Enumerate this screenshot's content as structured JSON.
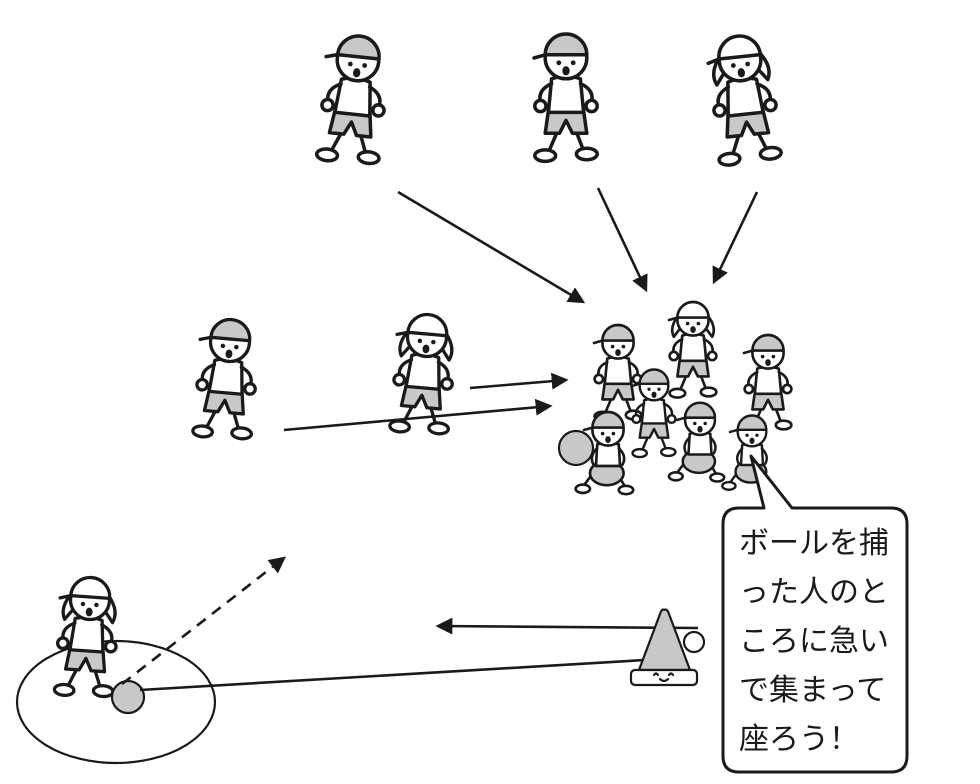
{
  "title": "ball-catch-gathering-drill-illustration",
  "speech_bubble": {
    "lines": [
      "ボールを捕",
      "った人のと",
      "ころに急い",
      "で集まって",
      "座ろう！"
    ],
    "full_text": "ボールを捕った人のところに急いで集まって座ろう！"
  },
  "colors": {
    "outline": "#1a1a1a",
    "shade": "#c8c8c8",
    "background": "#ffffff"
  },
  "figures": {
    "top_runners": 3,
    "middle_runners": 2,
    "cluster_children": 7,
    "thrower_in_circle": 1,
    "cones": 1,
    "balls": 2
  }
}
